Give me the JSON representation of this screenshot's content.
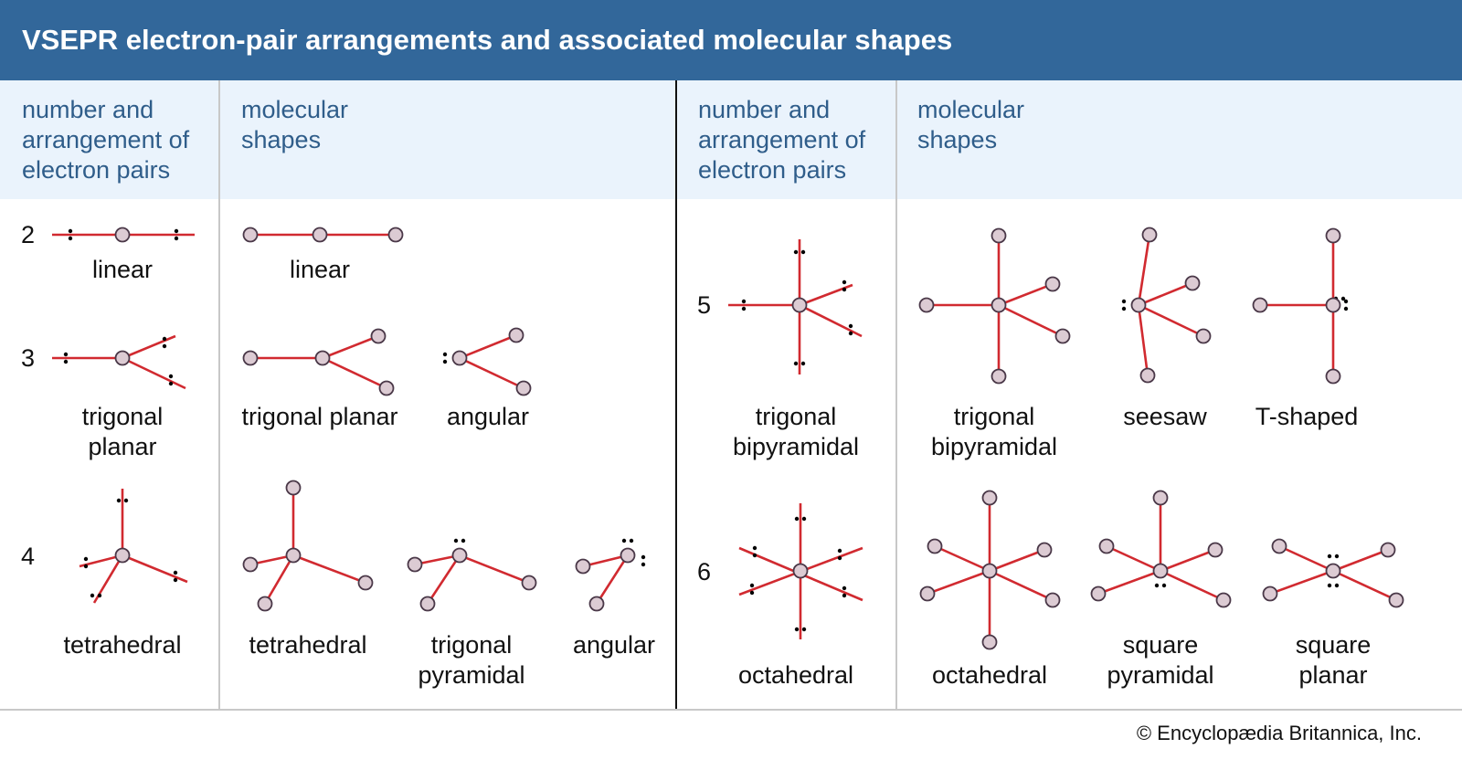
{
  "title": "VSEPR electron-pair arrangements and associated molecular shapes",
  "column_headers": {
    "arrangement": [
      "number and",
      "arrangement of",
      "electron pairs"
    ],
    "shapes": [
      "molecular",
      "shapes"
    ]
  },
  "rows": {
    "two": {
      "number": "2",
      "arrangement": "linear",
      "shapes": [
        "linear"
      ]
    },
    "three": {
      "number": "3",
      "arrangement": [
        "trigonal",
        "planar"
      ],
      "shapes": [
        "trigonal planar",
        "angular"
      ]
    },
    "four": {
      "number": "4",
      "arrangement": "tetrahedral",
      "shapes": [
        "tetrahedral",
        [
          "trigonal",
          "pyramidal"
        ],
        "angular"
      ]
    },
    "five": {
      "number": "5",
      "arrangement": [
        "trigonal",
        "bipyramidal"
      ],
      "shapes": [
        [
          "trigonal",
          "bipyramidal"
        ],
        "seesaw",
        "T-shaped"
      ]
    },
    "six": {
      "number": "6",
      "arrangement": "octahedral",
      "shapes": [
        "octahedral",
        [
          "square",
          "pyramidal"
        ],
        [
          "square",
          "planar"
        ]
      ]
    }
  },
  "credit": "© Encyclopædia Britannica, Inc.",
  "colors": {
    "header": "#32679a",
    "subheader": "#eaf3fc",
    "bond": "#d12a30",
    "atom": "#dccbd3"
  }
}
